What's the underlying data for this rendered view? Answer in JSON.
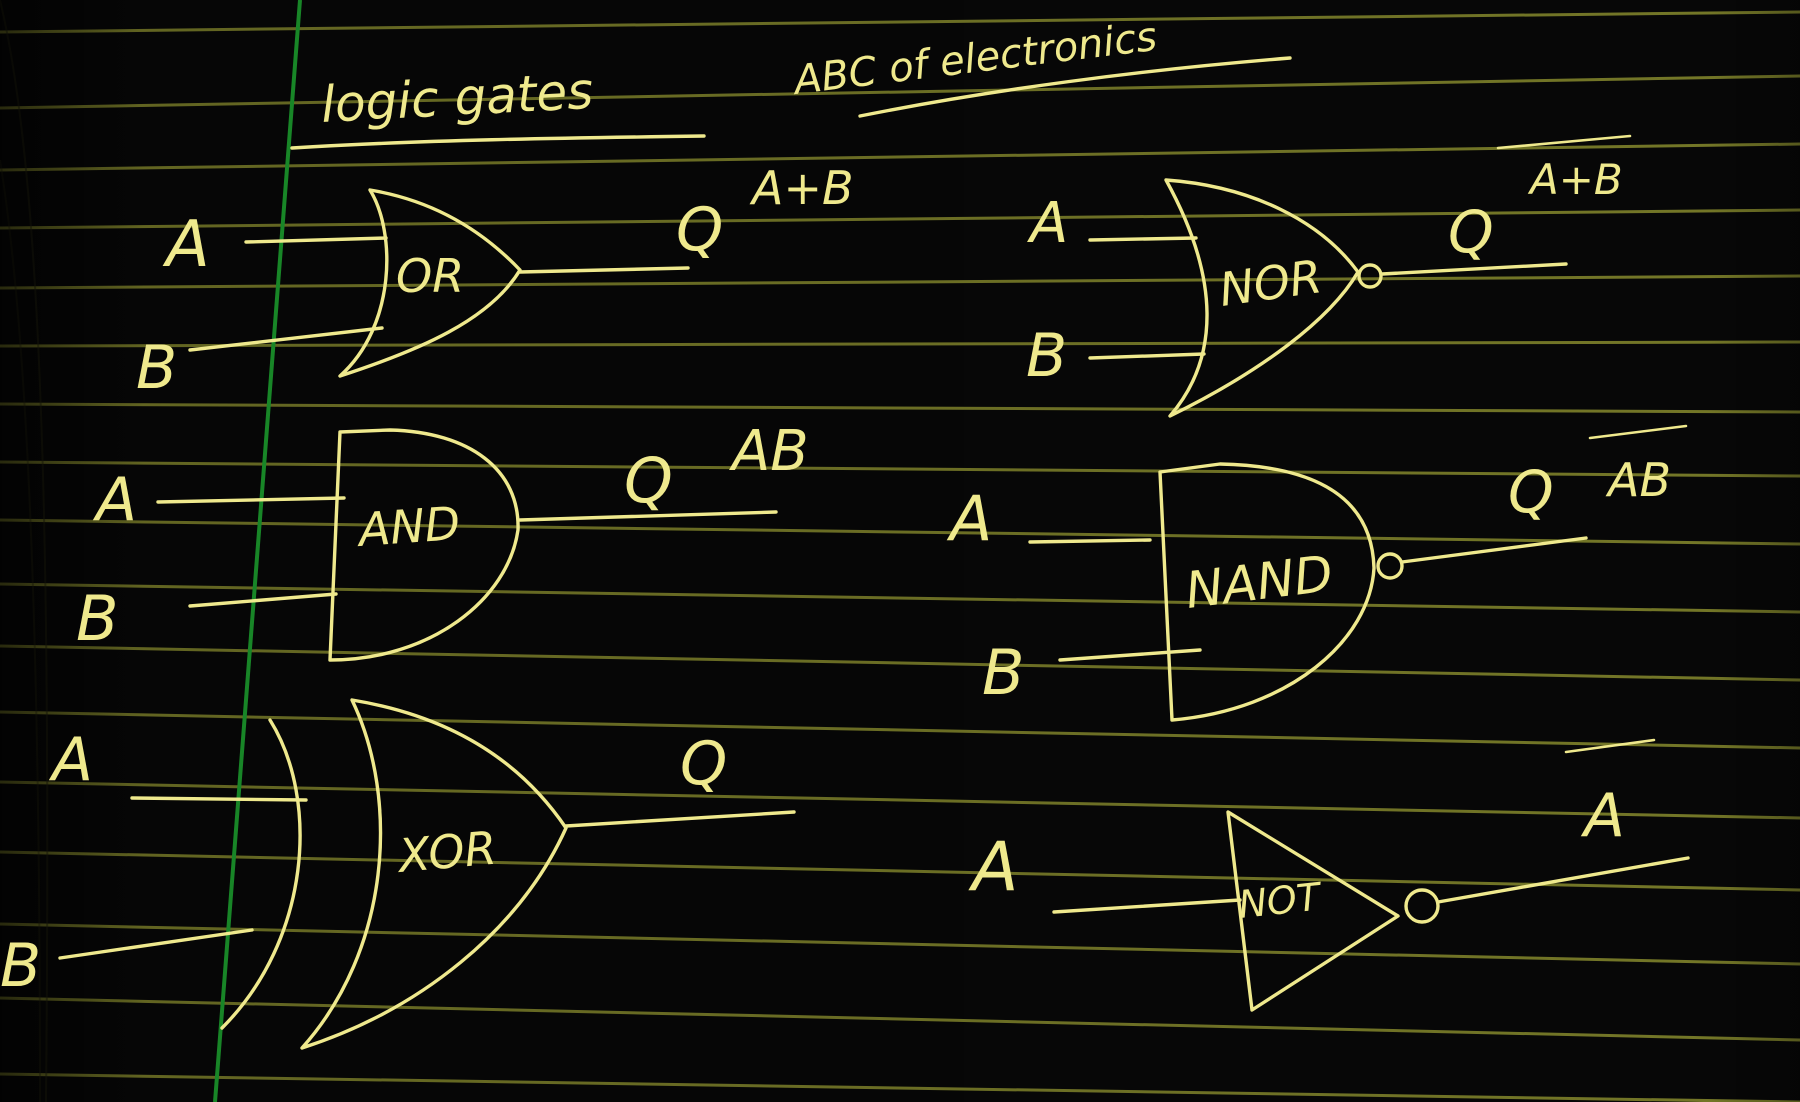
{
  "colors": {
    "paper": "#070707",
    "rule": "#8f9230",
    "margin": "#1c9b2d",
    "ink": "#efe98d"
  },
  "header": {
    "title": "logic gates",
    "subtitle": "ABC of electronics"
  },
  "gates": {
    "or": {
      "label": "OR",
      "input_a": "A",
      "input_b": "B",
      "output": "Q",
      "expression": "A+B"
    },
    "nor": {
      "label": "NOR",
      "input_a": "A",
      "input_b": "B",
      "output": "Q",
      "expression": "A+B"
    },
    "and": {
      "label": "AND",
      "input_a": "A",
      "input_b": "B",
      "output": "Q",
      "expression": "AB"
    },
    "nand": {
      "label": "NAND",
      "input_a": "A",
      "input_b": "B",
      "output": "Q",
      "expression": "AB"
    },
    "xor": {
      "label": "XOR",
      "input_a": "A",
      "input_b": "B",
      "output": "Q"
    },
    "not": {
      "label": "NOT",
      "input_a": "A",
      "expression": "A"
    }
  }
}
